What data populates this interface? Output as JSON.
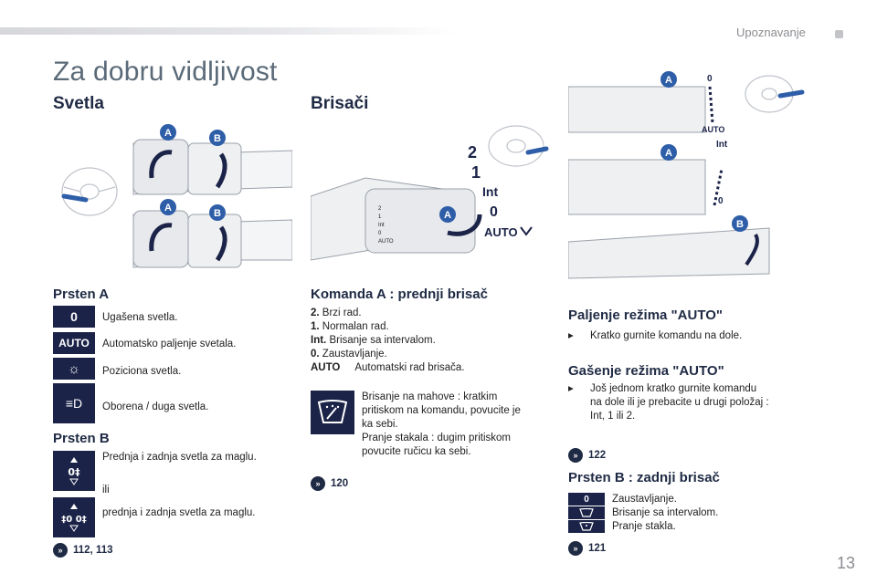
{
  "header": {
    "section": "Upoznavanje"
  },
  "title": "Za dobru vidljivost",
  "lights": {
    "heading": "Svetla",
    "ring_a": {
      "heading": "Prsten A",
      "items": [
        {
          "icon": "lights-off-icon",
          "icon_text": "0",
          "label": "Ugašena svetla."
        },
        {
          "icon": "auto-lights-icon",
          "icon_text": "AUTO",
          "label": "Automatsko paljenje svetala."
        },
        {
          "icon": "position-lights-icon",
          "icon_text": "☼",
          "label": "Poziciona svetla."
        },
        {
          "icon": "low-high-beam-icon",
          "icon_text": "≡D",
          "label": "Oborena / duga svetla."
        }
      ]
    },
    "ring_b": {
      "heading": "Prsten B",
      "items": [
        {
          "icon": "rear-fog-icon",
          "label": "Prednja i zadnja svetla za maglu."
        },
        {
          "icon": "",
          "label": "ili"
        },
        {
          "icon": "front-rear-fog-icon",
          "label": "prednja i zadnja svetla za maglu."
        }
      ]
    },
    "ref": "112, 113"
  },
  "wipers": {
    "heading": "Brisači",
    "command_a": {
      "heading": "Komanda A : prednji brisač",
      "items": [
        {
          "key": "2.",
          "label": "Brzi rad."
        },
        {
          "key": "1.",
          "label": "Normalan rad."
        },
        {
          "key": "Int.",
          "label": "Brisanje sa intervalom."
        },
        {
          "key": "0.",
          "label": "Zaustavljanje."
        },
        {
          "key": "AUTO",
          "label": "Automatski rad brisača."
        }
      ],
      "single_wipe_lines": [
        "Brisanje na mahove : kratkim",
        "pritiskom na komandu, povucite je",
        "ka sebi.",
        "Pranje stakala : dugim pritiskom",
        "povucite ručicu ka sebi."
      ]
    },
    "ref": "120",
    "diagram_labels": [
      "2",
      "1",
      "Int",
      "0",
      "AUTO",
      "A"
    ]
  },
  "auto_mode": {
    "diagram_labels": [
      "A",
      "0",
      "AUTO",
      "Int",
      "A",
      "0",
      "B"
    ],
    "on": {
      "heading": "Paljenje režima \"AUTO\"",
      "text": "Kratko gurnite komandu na dole."
    },
    "off": {
      "heading": "Gašenje režima \"AUTO\"",
      "lines": [
        "Još jednom kratko gurnite komandu",
        "na dole ili je prebacite u drugi položaj :",
        "Int, 1 ili 2."
      ]
    },
    "ref_top": "122",
    "rear": {
      "heading": "Prsten B : zadnji brisač",
      "items": [
        "Zaustavljanje.",
        "Brisanje sa intervalom.",
        "Pranje stakla."
      ],
      "icon_text": "0"
    },
    "ref_bottom": "121"
  },
  "page_number": "13",
  "colors": {
    "navy": "#1b2348",
    "heading": "#1f2a44",
    "title": "#5a6a78",
    "badge_blue": "#2e5ea8"
  }
}
